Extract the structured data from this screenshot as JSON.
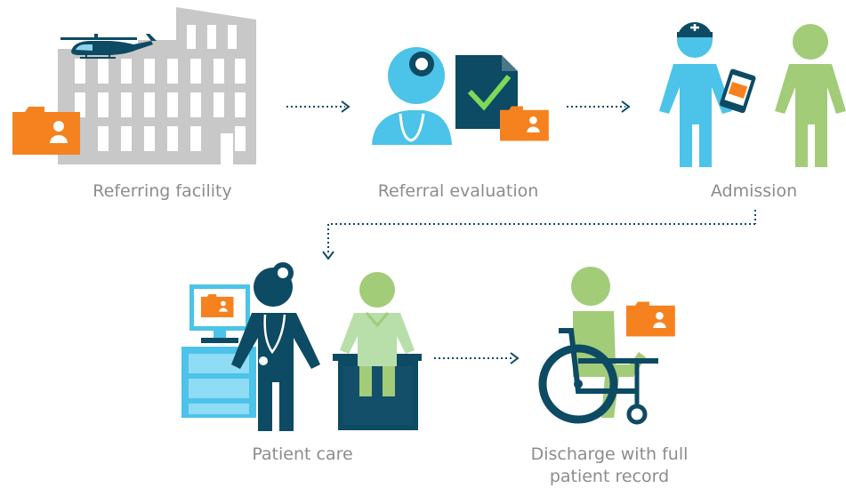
{
  "steps": [
    {
      "id": "referring-facility",
      "label": "Referring facility",
      "icon": "hospital-building-helicopter-icon"
    },
    {
      "id": "referral-evaluation",
      "label": "Referral evaluation",
      "icon": "doctor-checklist-icon"
    },
    {
      "id": "admission",
      "label": "Admission",
      "icon": "nurse-tablet-patient-icon"
    },
    {
      "id": "patient-care",
      "label": "Patient care",
      "icon": "doctor-patient-bed-icon"
    },
    {
      "id": "discharge",
      "label_line1": "Discharge with full",
      "label_line2": "patient record",
      "icon": "wheelchair-patient-icon"
    }
  ],
  "colors": {
    "gray": "#c8c8c8",
    "dark_teal": "#0d4a63",
    "light_blue": "#4cc3e8",
    "green": "#a2cc78",
    "orange": "#f5821f",
    "label": "#8c8c8c"
  }
}
